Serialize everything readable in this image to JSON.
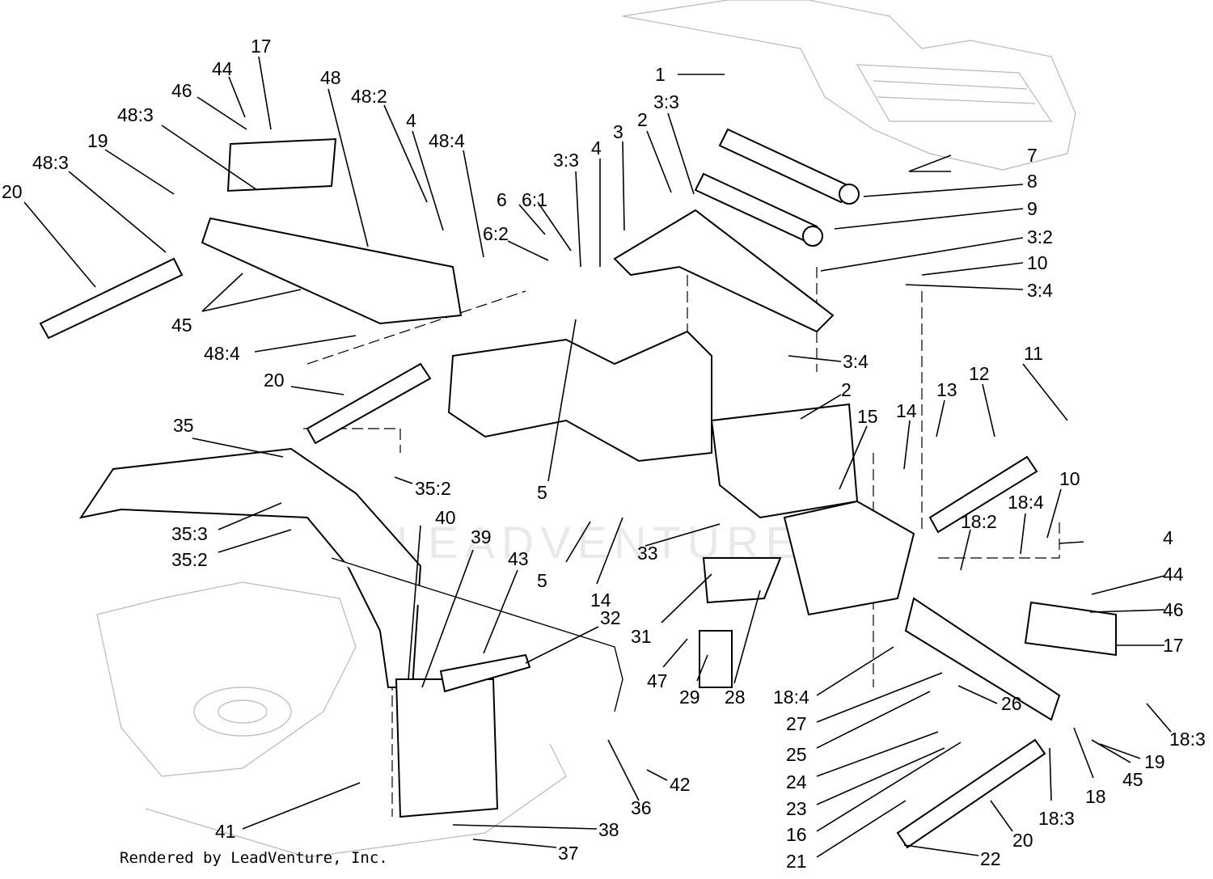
{
  "footer_text": "Rendered by LeadVenture, Inc.",
  "watermark_text": "LEADVENTURE",
  "callouts": [
    {
      "id": "c1",
      "text": "1"
    },
    {
      "id": "c2a",
      "text": "2"
    },
    {
      "id": "c2b",
      "text": "2"
    },
    {
      "id": "c3",
      "text": "3"
    },
    {
      "id": "c3_3a",
      "text": "3:3"
    },
    {
      "id": "c3_3b",
      "text": "3:3"
    },
    {
      "id": "c3_2",
      "text": "3:2"
    },
    {
      "id": "c3_4a",
      "text": "3:4"
    },
    {
      "id": "c3_4b",
      "text": "3:4"
    },
    {
      "id": "c4a",
      "text": "4"
    },
    {
      "id": "c4b",
      "text": "4"
    },
    {
      "id": "c4c",
      "text": "4"
    },
    {
      "id": "c5a",
      "text": "5"
    },
    {
      "id": "c5b",
      "text": "5"
    },
    {
      "id": "c6",
      "text": "6"
    },
    {
      "id": "c6_1",
      "text": "6:1"
    },
    {
      "id": "c6_2",
      "text": "6:2"
    },
    {
      "id": "c7",
      "text": "7"
    },
    {
      "id": "c8",
      "text": "8"
    },
    {
      "id": "c9",
      "text": "9"
    },
    {
      "id": "c10a",
      "text": "10"
    },
    {
      "id": "c10b",
      "text": "10"
    },
    {
      "id": "c11",
      "text": "11"
    },
    {
      "id": "c12",
      "text": "12"
    },
    {
      "id": "c13",
      "text": "13"
    },
    {
      "id": "c14a",
      "text": "14"
    },
    {
      "id": "c14b",
      "text": "14"
    },
    {
      "id": "c15",
      "text": "15"
    },
    {
      "id": "c16",
      "text": "16"
    },
    {
      "id": "c17a",
      "text": "17"
    },
    {
      "id": "c17b",
      "text": "17"
    },
    {
      "id": "c18",
      "text": "18"
    },
    {
      "id": "c18_2",
      "text": "18:2"
    },
    {
      "id": "c18_3a",
      "text": "18:3"
    },
    {
      "id": "c18_3b",
      "text": "18:3"
    },
    {
      "id": "c18_4a",
      "text": "18:4"
    },
    {
      "id": "c18_4b",
      "text": "18:4"
    },
    {
      "id": "c19a",
      "text": "19"
    },
    {
      "id": "c19b",
      "text": "19"
    },
    {
      "id": "c20a",
      "text": "20"
    },
    {
      "id": "c20b",
      "text": "20"
    },
    {
      "id": "c20c",
      "text": "20"
    },
    {
      "id": "c21",
      "text": "21"
    },
    {
      "id": "c22",
      "text": "22"
    },
    {
      "id": "c23",
      "text": "23"
    },
    {
      "id": "c24",
      "text": "24"
    },
    {
      "id": "c25",
      "text": "25"
    },
    {
      "id": "c26",
      "text": "26"
    },
    {
      "id": "c27",
      "text": "27"
    },
    {
      "id": "c28",
      "text": "28"
    },
    {
      "id": "c29",
      "text": "29"
    },
    {
      "id": "c31",
      "text": "31"
    },
    {
      "id": "c32",
      "text": "32"
    },
    {
      "id": "c33",
      "text": "33"
    },
    {
      "id": "c35",
      "text": "35"
    },
    {
      "id": "c35_2a",
      "text": "35:2"
    },
    {
      "id": "c35_2b",
      "text": "35:2"
    },
    {
      "id": "c35_3",
      "text": "35:3"
    },
    {
      "id": "c36",
      "text": "36"
    },
    {
      "id": "c37",
      "text": "37"
    },
    {
      "id": "c38",
      "text": "38"
    },
    {
      "id": "c39",
      "text": "39"
    },
    {
      "id": "c40",
      "text": "40"
    },
    {
      "id": "c41",
      "text": "41"
    },
    {
      "id": "c42",
      "text": "42"
    },
    {
      "id": "c43",
      "text": "43"
    },
    {
      "id": "c44a",
      "text": "44"
    },
    {
      "id": "c44b",
      "text": "44"
    },
    {
      "id": "c45a",
      "text": "45"
    },
    {
      "id": "c45b",
      "text": "45"
    },
    {
      "id": "c46a",
      "text": "46"
    },
    {
      "id": "c46b",
      "text": "46"
    },
    {
      "id": "c47",
      "text": "47"
    },
    {
      "id": "c48",
      "text": "48"
    },
    {
      "id": "c48_2",
      "text": "48:2"
    },
    {
      "id": "c48_3a",
      "text": "48:3"
    },
    {
      "id": "c48_3b",
      "text": "48:3"
    },
    {
      "id": "c48_4a",
      "text": "48:4"
    },
    {
      "id": "c48_4b",
      "text": "48:4"
    }
  ]
}
